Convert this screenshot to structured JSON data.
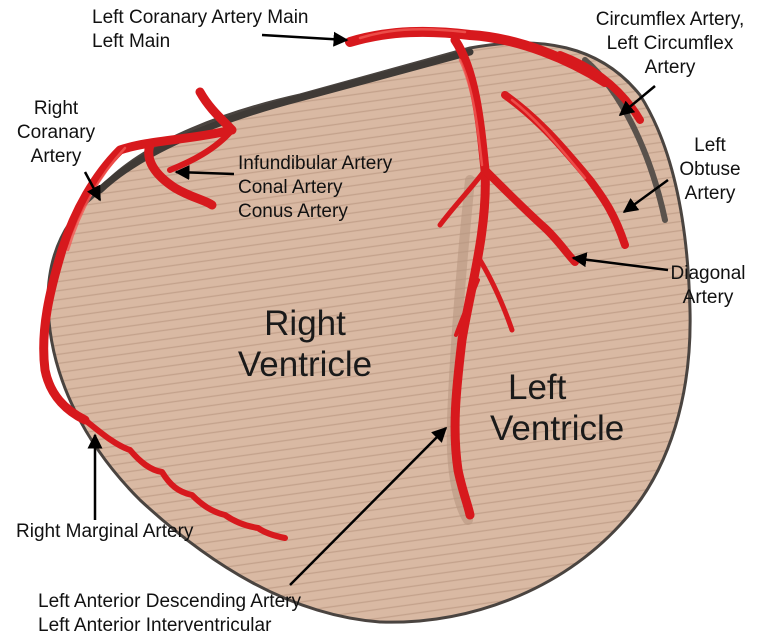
{
  "colors": {
    "heart_fill": "#d9b9a3",
    "heart_shadow": "#b89680",
    "heart_dark_edge": "#4a4440",
    "artery": "#d7191d",
    "artery_highlight": "#f25a55",
    "arrow": "#000000",
    "background": "#ffffff"
  },
  "labels": {
    "left_main": [
      "Left Coranary Artery Main",
      "Left Main"
    ],
    "circumflex": [
      "Circumflex Artery,",
      "Left Circumflex",
      "Artery"
    ],
    "right_coronary": [
      "Right",
      "Coranary",
      "Artery"
    ],
    "infundibular": [
      "Infundibular Artery",
      "Conal Artery",
      "Conus Artery"
    ],
    "left_obtuse": [
      "Left",
      "Obtuse",
      "Artery"
    ],
    "diagonal": [
      "Diagonal",
      "Artery"
    ],
    "right_ventricle": [
      "Right",
      "Ventricle"
    ],
    "left_ventricle": [
      "Left",
      "Ventricle"
    ],
    "right_marginal": [
      "Right Marginal Artery"
    ],
    "lad": [
      "Left Anterior Descending Artery",
      "Left Anterior Interventricular"
    ]
  }
}
